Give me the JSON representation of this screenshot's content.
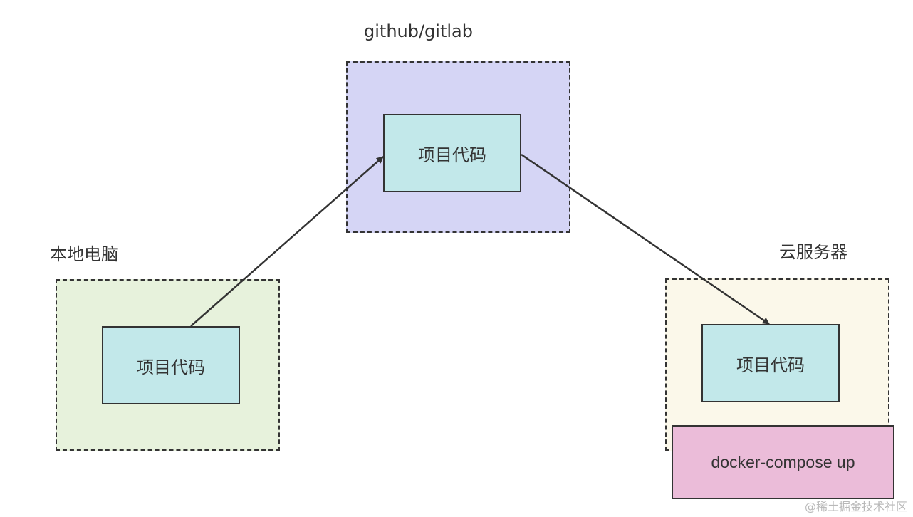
{
  "colors": {
    "local_fill": "#e7f2dc",
    "repo_fill": "#d5d5f5",
    "server_fill": "#fbf8ea",
    "code_fill": "#c2e8ea",
    "docker_fill": "#ebbcd9",
    "stroke": "#333333"
  },
  "groups": {
    "repo": {
      "label": "github/gitlab",
      "code_label": "项目代码"
    },
    "local": {
      "label": "本地电脑",
      "code_label": "项目代码"
    },
    "server": {
      "label": "云服务器",
      "code_label": "项目代码",
      "command": "docker-compose up"
    }
  },
  "edges": [
    {
      "from": "local.code",
      "to": "repo.code"
    },
    {
      "from": "repo.code",
      "to": "server.code"
    }
  ],
  "watermark": "@稀土掘金技术社区"
}
